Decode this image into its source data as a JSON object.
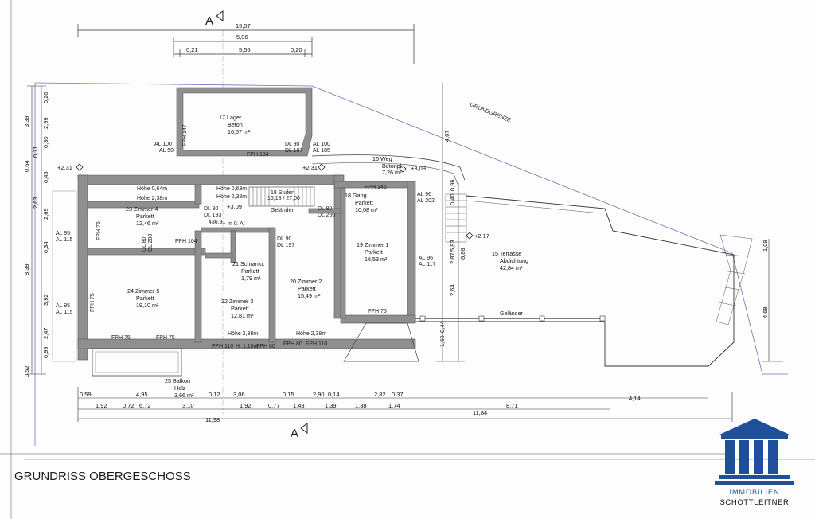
{
  "drawing": {
    "title": "GRUNDRISS OBERGESCHOSS",
    "section_top": "A",
    "section_bottom": "A",
    "boundary_label": "GRUNDGRENZE"
  },
  "logo": {
    "line1": "IMMOBILIEN",
    "line2": "SCHOTTLEITNER",
    "color": "#1f4f9a"
  },
  "rooms": [
    {
      "num": "17",
      "name": "Lager",
      "floor": "Beton",
      "area": "16,57 m²"
    },
    {
      "num": "16",
      "name": "Weg",
      "floor": "Betonpl.",
      "area": "7,26 m²"
    },
    {
      "num": "18",
      "name": "Gang",
      "floor": "Parkett",
      "area": "10,08 m²"
    },
    {
      "num": "23",
      "name": "Zimmer 4",
      "floor": "Parkett",
      "area": "12,46 m²"
    },
    {
      "num": "19",
      "name": "Zimmer 1",
      "floor": "Parkett",
      "area": "16,53 m²"
    },
    {
      "num": "15",
      "name": "Terrasse",
      "floor": "Abdichtung",
      "area": "42,84 m²"
    },
    {
      "num": "21",
      "name": "Schrankr.",
      "floor": "Parkett",
      "area": "1,79 m²"
    },
    {
      "num": "24",
      "name": "Zimmer 5",
      "floor": "Parkett",
      "area": "19,10 m²"
    },
    {
      "num": "20",
      "name": "Zimmer 2",
      "floor": "Parkett",
      "area": "15,49 m²"
    },
    {
      "num": "22",
      "name": "Zimmer 3",
      "floor": "Parkett",
      "area": "12,81 m²"
    },
    {
      "num": "25",
      "name": "Balkon",
      "floor": "Holz",
      "area": "3,66 m²"
    }
  ],
  "dims_top": {
    "overall": "15,07",
    "mid": "5,96",
    "parts": [
      "0,21",
      "5,55",
      "0,20"
    ]
  },
  "dims_bottom_row1": [
    "0,59",
    "4,95",
    "0,12",
    "3,06",
    "0,15",
    "2,90",
    "0,14",
    "2,82",
    "0,37",
    "4,14"
  ],
  "dims_bottom_row2": [
    "1,92",
    "0,72",
    "6,72",
    "3,10",
    "1,92",
    "0,77",
    "1,43",
    "1,39",
    "1,38",
    "1,74",
    "8,71"
  ],
  "dims_bottom_row3": [
    "11,98",
    "11,84"
  ],
  "dims_left_outer": [
    "3,39",
    "0,64",
    "8,39",
    "0,52"
  ],
  "dims_left_inner": [
    "0,20",
    "2,99",
    "0,30",
    "0,71",
    "0,45",
    "2,63",
    "2,69",
    "0,34",
    "3,92",
    "2,47",
    "0,99"
  ],
  "dims_right": [
    "4,07",
    "0,96",
    "0,40",
    "5,83",
    "2,87",
    "6,86",
    "2,64",
    "0,44",
    "1,50",
    "1,09",
    "4,68"
  ],
  "levels": [
    "+2,31",
    "+2,31",
    "+3,09",
    "+3,09",
    "+2,17"
  ],
  "notes": {
    "hoehe1": "Höhe 0,64m",
    "hoehe2": "Höhe 2,38m",
    "hoehe3": "Höhe 0,63m",
    "hoehe4": "Höhe 2,38m",
    "hoehe5": "Höhe 2,38m",
    "hoehe6": "Höhe 2,38m",
    "stairs1": "18 Stufen",
    "stairs2": "16,18 / 27,00",
    "gelaender1": "Geländer",
    "gelaender2": "Geländer",
    "moa": "m 0. A.",
    "dl_value": "436,91",
    "fph147": "FPH 147",
    "fph104": "FPH 104",
    "fph145": "FPH 145",
    "fph75a": "FPH 75",
    "fph75b": "FPH 75",
    "fph75c": "FPH 75",
    "fph75d": "FPH 75",
    "fph75e": "FPH 75",
    "fph110": "FPH 110",
    "h110": "H. 1,10m",
    "fph80": "FPH 80",
    "fph80b": "FPH 80",
    "fph110b": "FPH 110",
    "fph104b": "FPH 104"
  },
  "openings": {
    "al100_50": [
      "AL 100",
      "AL 50"
    ],
    "dl90_187": [
      "DL 90",
      "DL 187"
    ],
    "al100_185": [
      "AL 100",
      "AL 185"
    ],
    "dl80_193": [
      "DL 80",
      "DL 193"
    ],
    "dl80_200": [
      "DL 80",
      "DL 200"
    ],
    "al95_115a": [
      "AL 95",
      "AL 115"
    ],
    "al95_115b": [
      "AL 95",
      "AL 115"
    ],
    "dl90_197": [
      "DL 90",
      "DL 197"
    ],
    "al96_202": [
      "AL 96",
      "AL 202"
    ],
    "al96_117": [
      "AL 96",
      "AL 117"
    ],
    "dl80_200b": [
      "DL 80",
      "DL 200"
    ]
  }
}
